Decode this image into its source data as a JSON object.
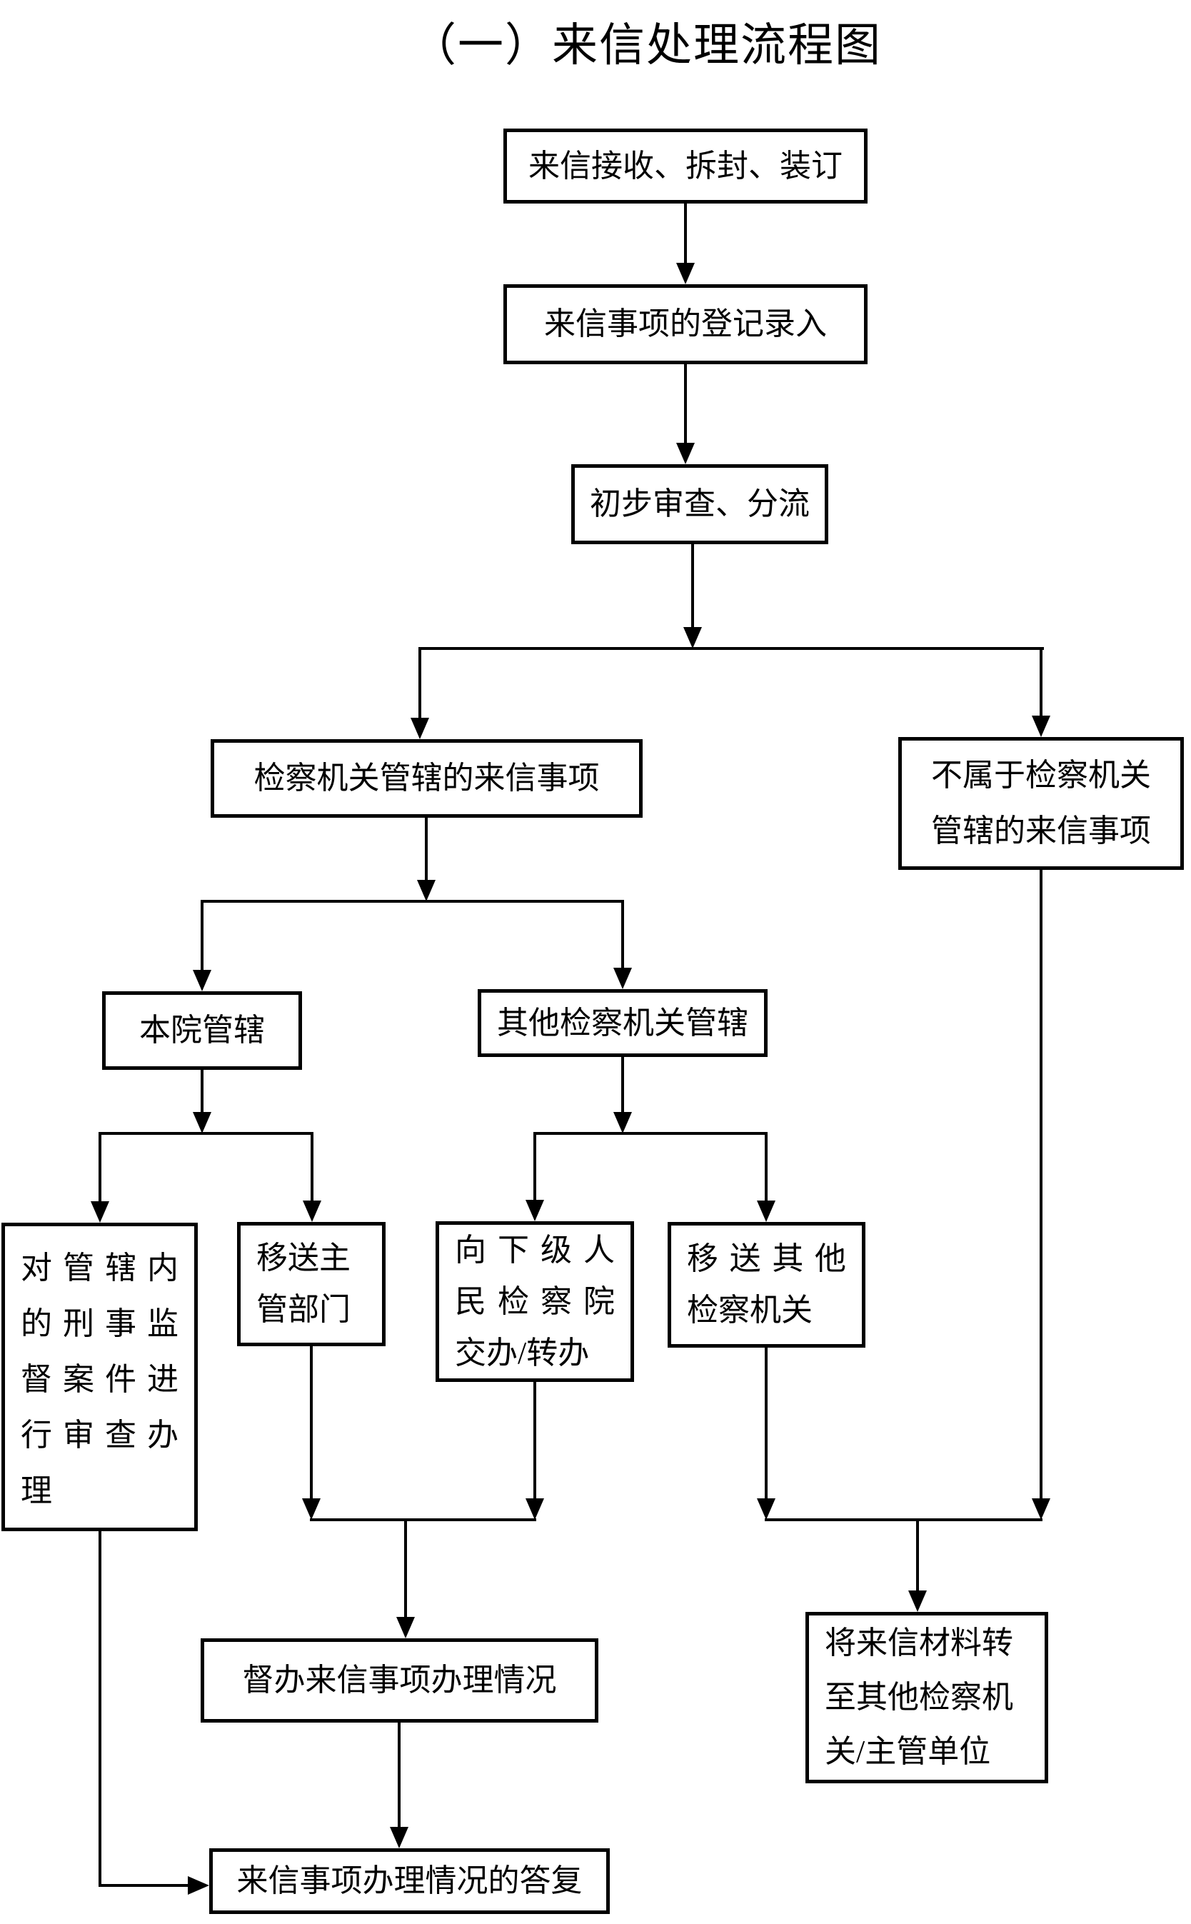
{
  "page": {
    "title": "（一）来信处理流程图"
  },
  "nodes": {
    "receive": {
      "label": "来信接收、拆封、装订"
    },
    "register": {
      "label": "来信事项的登记录入"
    },
    "review": {
      "label": "初步审查、分流"
    },
    "jurisdiction": {
      "label": "检察机关管辖的来信事项"
    },
    "not_jurisdiction": {
      "lines": [
        "不属于检察机关",
        "管辖的来信事项"
      ]
    },
    "own_court": {
      "label": "本院管辖"
    },
    "other_org": {
      "label": "其他检察机关管辖"
    },
    "criminal": {
      "lines": [
        "对管辖内",
        "的刑事监",
        "督案件进",
        "行审查办",
        "理"
      ]
    },
    "transfer_dept": {
      "lines": [
        "移送主",
        "管部门"
      ]
    },
    "lower_court": {
      "lines": [
        "向下级人",
        "民检察院",
        "交办/转办"
      ]
    },
    "transfer_other": {
      "lines": [
        "移送其他",
        "检察机关"
      ]
    },
    "supervise": {
      "label": "督办来信事项办理情况"
    },
    "forward": {
      "lines": [
        "将来信材料转",
        "至其他检察机",
        "关/主管单位"
      ]
    },
    "reply": {
      "label": "来信事项办理情况的答复"
    }
  }
}
